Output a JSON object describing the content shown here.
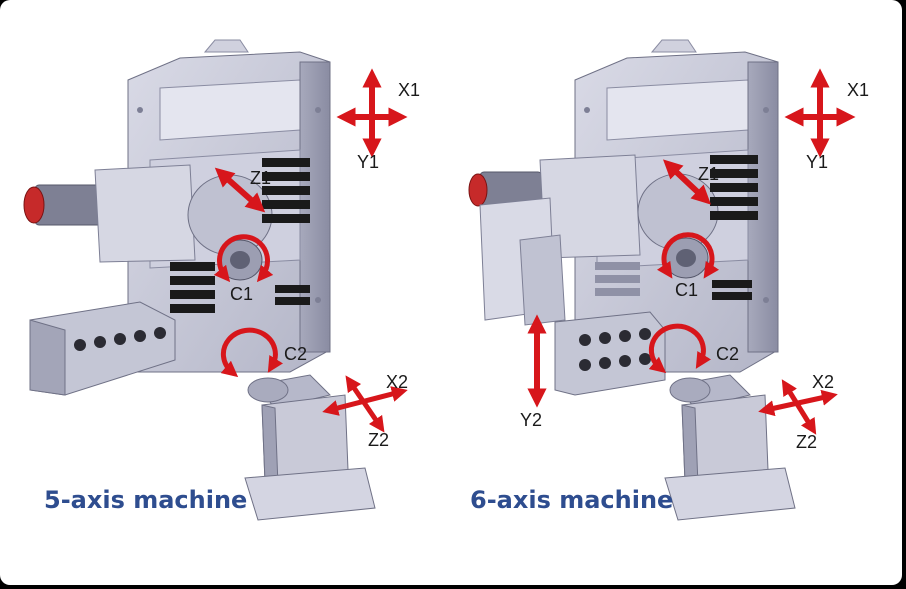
{
  "colors": {
    "arrow": "#d7161b",
    "caption": "#2e4d8f",
    "machine_body": "#c9cad8",
    "machine_shade": "#8f91a6",
    "motor": "#c62a2a",
    "tool_block": "#1a1a1a"
  },
  "left_machine": {
    "caption": "5-axis machine",
    "axes": {
      "x1": "X1",
      "y1": "Y1",
      "z1": "Z1",
      "c1": "C1",
      "c2": "C2",
      "x2": "X2",
      "z2": "Z2"
    }
  },
  "right_machine": {
    "caption": "6-axis machine",
    "axes": {
      "x1": "X1",
      "y1": "Y1",
      "z1": "Z1",
      "c1": "C1",
      "c2": "C2",
      "x2": "X2",
      "z2": "Z2",
      "y2": "Y2"
    }
  }
}
